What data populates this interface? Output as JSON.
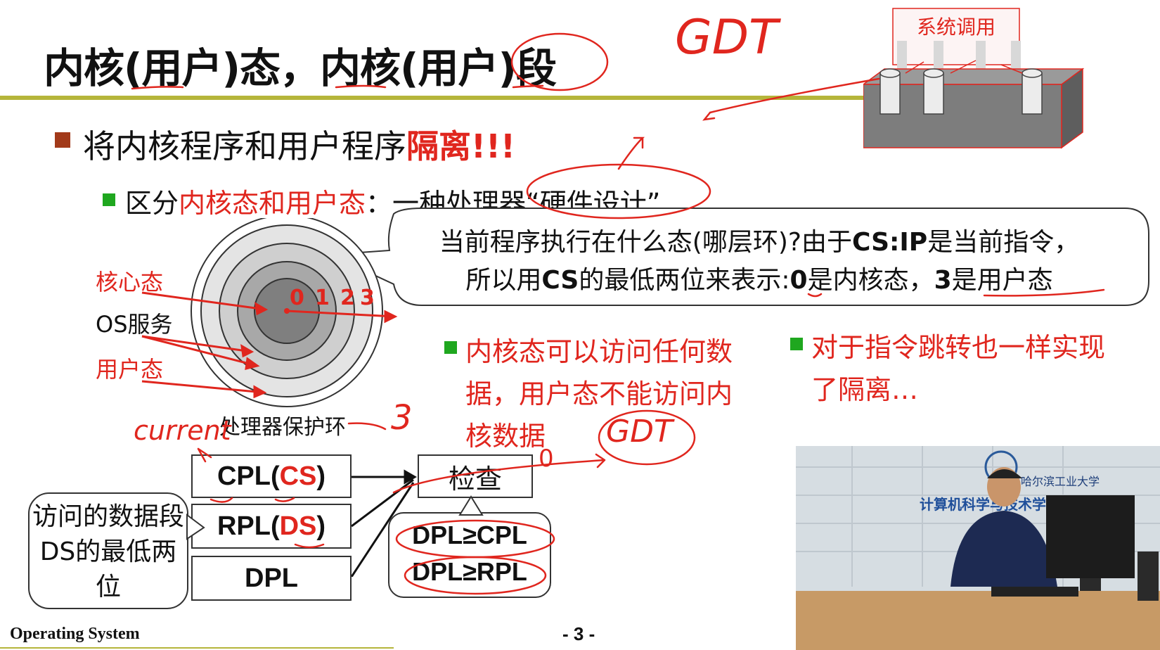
{
  "title": {
    "prefix": "内核(用户)态，内核(用户)段"
  },
  "bullet1": {
    "text": "将内核程序和用户程序",
    "highlight": "隔离!!!"
  },
  "bullet2": {
    "prefix": "区分",
    "highlight": "内核态和用户态",
    "suffix": "：一种处理器“硬件设计”"
  },
  "callout": {
    "line1_pre": "当前程序执行在什么态(哪层环)?由于",
    "line1_bold": "CS:IP",
    "line1_post": "是当前指令，",
    "line2_pre": "所以用",
    "line2_bold1": "CS",
    "line2_mid": "的最低两位来表示:",
    "line2_bold2": "0",
    "line2_mid2": "是内核态，",
    "line2_bold3": "3",
    "line2_post": "是用户态"
  },
  "rings": {
    "labels": {
      "kernel": "核心态",
      "os": "OS服务",
      "user": "用户态"
    },
    "numbers": [
      "0",
      "1",
      "2",
      "3"
    ],
    "caption": "处理器保护环"
  },
  "bullet3": {
    "text": "内核态可以访问任何数据，用户态不能访问内核数据"
  },
  "bullet4": {
    "text": "对于指令跳转也一样实现了隔离…"
  },
  "privilege": {
    "cpl_prefix": "CPL(",
    "cpl_reg": "CS",
    "cpl_suffix": ")",
    "rpl_prefix": "RPL(",
    "rpl_reg": "DS",
    "rpl_suffix": ")",
    "dpl": "DPL",
    "check": "检查",
    "cond1": "DPL≥CPL",
    "cond2": "DPL≥RPL",
    "ds_note": "访问的数据段DS的最低两位"
  },
  "illustration": {
    "label": "系统调用"
  },
  "handwriting": {
    "gdt1": "GDT",
    "gdt2": "GDT",
    "current": "current",
    "three": "3",
    "zero": "0"
  },
  "video": {
    "sign": "计算机科学与技术学院",
    "sign_top": "哈尔滨工业大学"
  },
  "footer": {
    "course": "Operating System",
    "page": "- 3 -"
  },
  "colors": {
    "accent": "#e0261e",
    "rule": "#b5b53a",
    "bullet_main": "#a23a1a",
    "bullet_sub": "#1fa71f"
  }
}
